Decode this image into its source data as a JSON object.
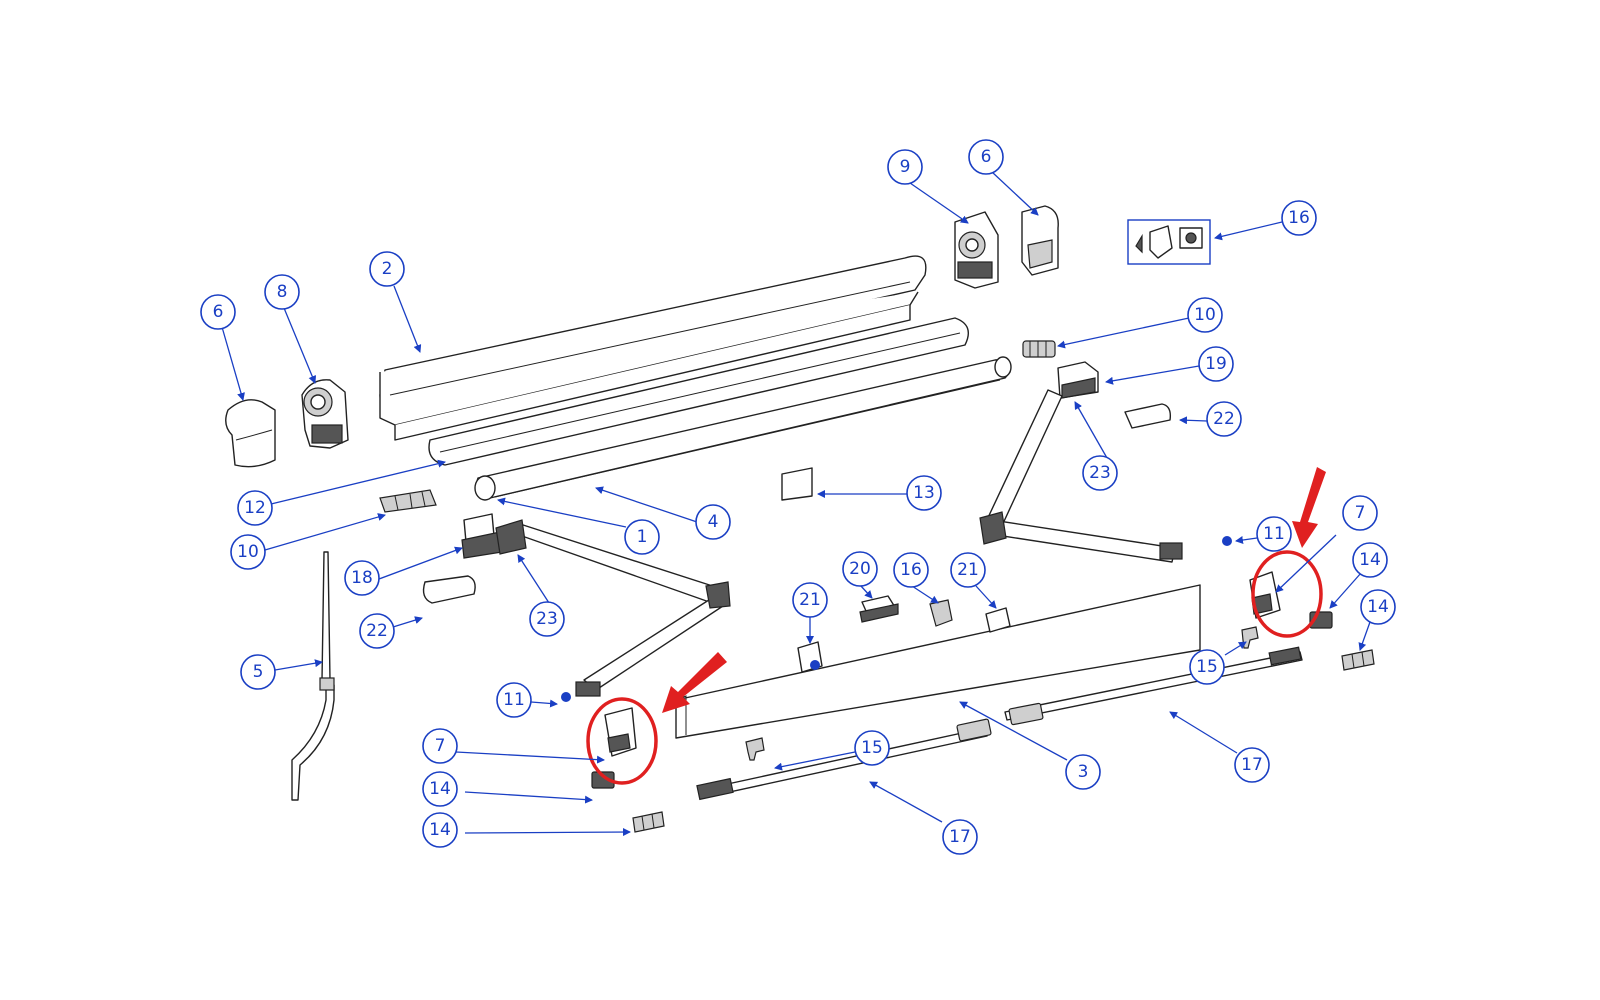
{
  "callouts": [
    "1",
    "2",
    "3",
    "4",
    "5",
    "6",
    "6",
    "7",
    "7",
    "8",
    "9",
    "10",
    "10",
    "11",
    "11",
    "12",
    "13",
    "14",
    "14",
    "14",
    "14",
    "15",
    "15",
    "16",
    "16",
    "17",
    "17",
    "18",
    "19",
    "20",
    "21",
    "21",
    "22",
    "22",
    "23",
    "23"
  ],
  "colors": {
    "callout": "#1a3fc4",
    "highlight": "#e02020",
    "line": "#222222"
  }
}
